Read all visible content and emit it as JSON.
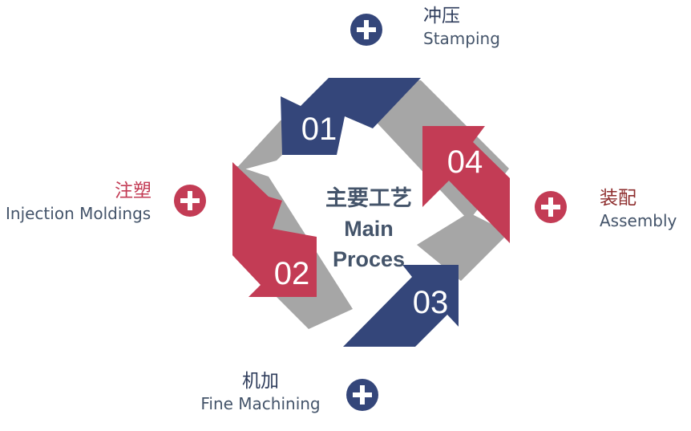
{
  "colors": {
    "navy": "#34467a",
    "red": "#c33c55",
    "gray": "#a6a6a6",
    "text": "#44546a",
    "zh_dark": "#2f3d5c",
    "zh_red": "#c33c55",
    "zh_brown": "#8e2e2e"
  },
  "center": {
    "zh": "主要工艺",
    "en_line1": "Main",
    "en_line2": "Proces"
  },
  "steps": [
    {
      "num": "01",
      "zh": "冲压",
      "en": "Stamping",
      "color": "navy"
    },
    {
      "num": "02",
      "zh": "注塑",
      "en": "Injection Moldings",
      "color": "red"
    },
    {
      "num": "03",
      "zh": "机加",
      "en": "Fine Machining",
      "color": "navy"
    },
    {
      "num": "04",
      "zh": "装配",
      "en": "Assembly",
      "color": "red"
    }
  ],
  "icons": [
    "plus-circle-icon",
    "plus-circle-icon",
    "plus-circle-icon",
    "plus-circle-icon"
  ]
}
